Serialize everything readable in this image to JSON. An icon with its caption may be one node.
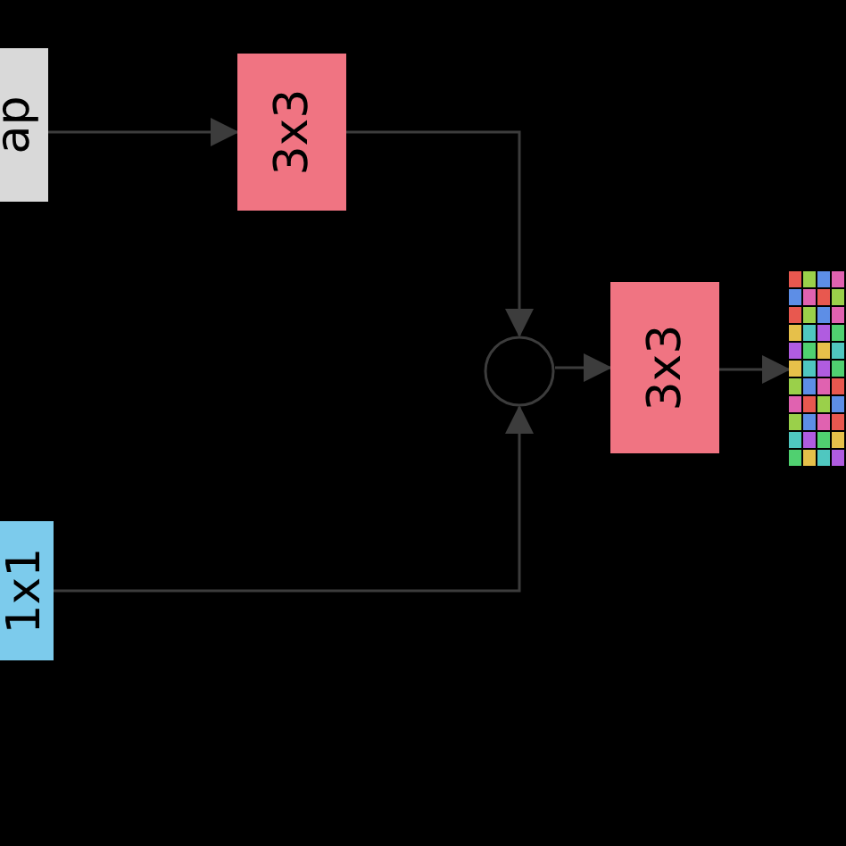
{
  "diagram": {
    "nodes": [
      {
        "text": [
          "ap"
        ]
      },
      {
        "text": [
          "3x3"
        ]
      },
      {
        "text": [
          "1x1"
        ]
      },
      {
        "text": [],
        "shape": "circle"
      },
      {
        "text": [
          "3x3"
        ]
      },
      {
        "text": [],
        "shape": "picture"
      }
    ],
    "edges": [
      {
        "from": 0,
        "to": 1,
        "arrow": "to"
      },
      {
        "from": 1,
        "to": 3,
        "arrow": "to"
      },
      {
        "from": 2,
        "to": 3,
        "arrow": "to"
      },
      {
        "from": 3,
        "to": 4,
        "arrow": "to"
      },
      {
        "from": 4,
        "to": 5,
        "arrow": "to"
      }
    ]
  }
}
